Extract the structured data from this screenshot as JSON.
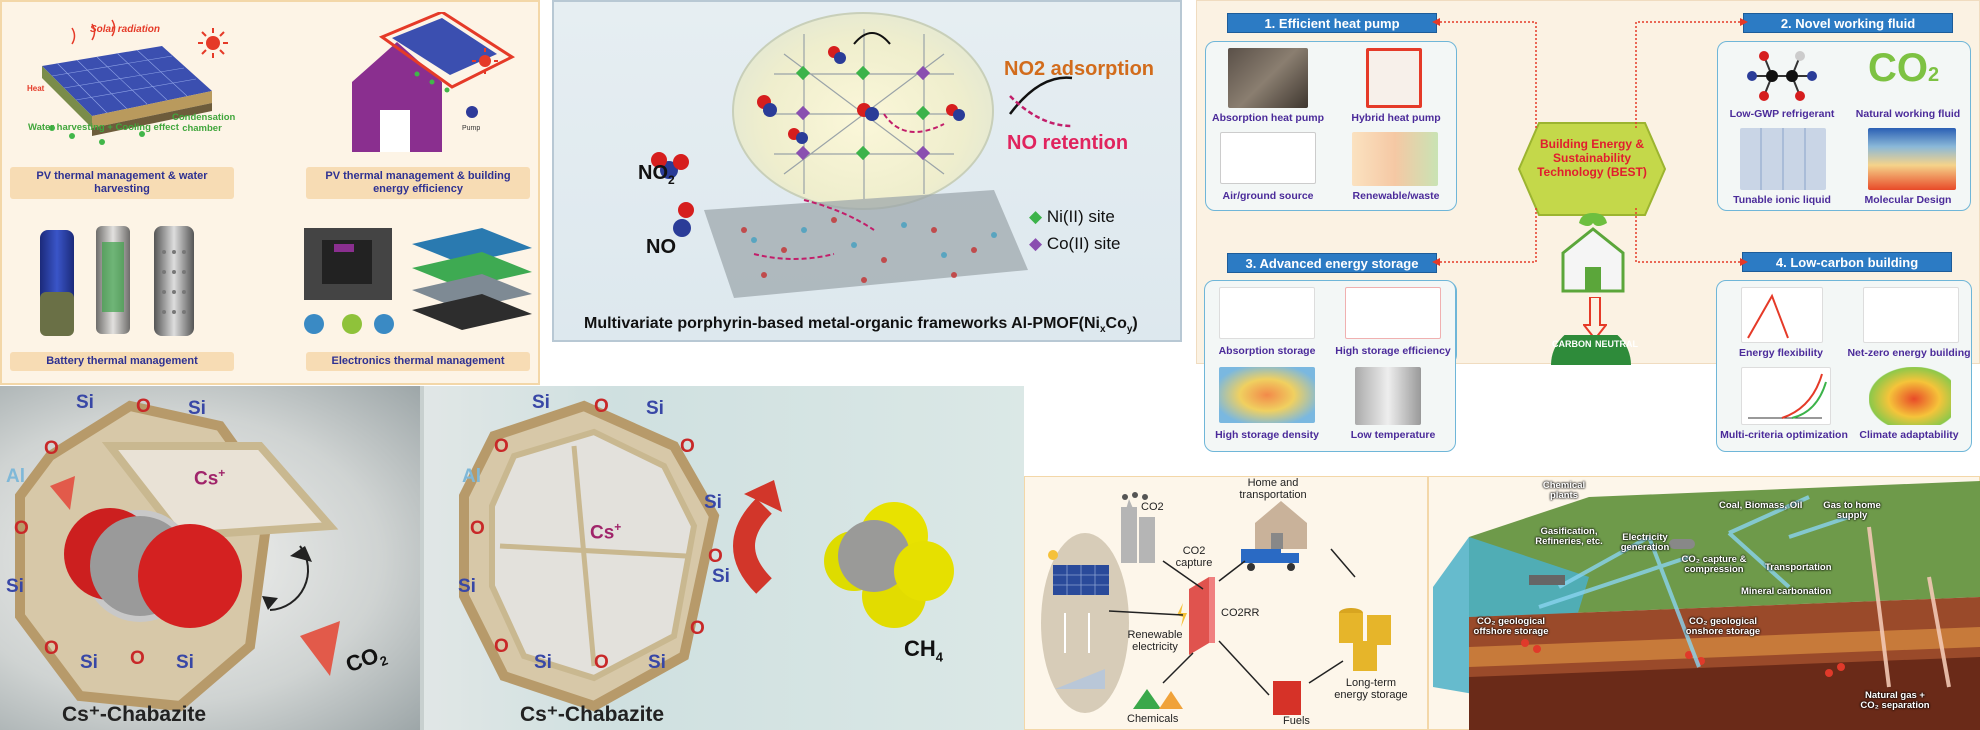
{
  "thermal": {
    "labels": {
      "solar_radiation": "Solar radiation",
      "heat": "Heat",
      "water_harvesting": "Water harvesting + Cooling effect",
      "condensation": "Condensation chamber",
      "pump": "Pump"
    },
    "captions": {
      "pv_water": "PV thermal management & water harvesting",
      "pv_building": "PV thermal management & building energy efficiency",
      "battery": "Battery thermal management",
      "electronics": "Electronics thermal management"
    }
  },
  "mof": {
    "no2_adsorption": "NO2 adsorption",
    "no_retention": "NO retention",
    "no2": "NO",
    "no2_sub": "2",
    "no": "NO",
    "ni_site": "Ni(II) site",
    "co_site": "Co(II) site",
    "caption_main": "Multivariate porphyrin-based metal-organic frameworks Al-PMOF(Ni",
    "caption_x": "x",
    "caption_co": "Co",
    "caption_y": "y",
    "caption_end": ")",
    "colors": {
      "ni": "#3cb34a",
      "co": "#8a4fb0"
    }
  },
  "best": {
    "center": "Building Energy & Sustainability Technology (BEST)",
    "carbon": "CARBON",
    "neutral": "NEUTRAL",
    "sections": [
      {
        "title": "1. Efficient heat pump",
        "items": [
          "Absorption heat pump",
          "Hybrid heat pump",
          "Air/ground source",
          "Renewable/waste"
        ]
      },
      {
        "title": "2. Novel working fluid",
        "items": [
          "Low-GWP refrigerant",
          "Natural working fluid",
          "Tunable ionic liquid",
          "Molecular Design"
        ]
      },
      {
        "title": "3. Advanced energy storage",
        "items": [
          "Absorption storage",
          "High storage efficiency",
          "High storage density",
          "Low temperature"
        ]
      },
      {
        "title": "4. Low-carbon building",
        "items": [
          "Energy flexibility",
          "Net-zero energy building",
          "Multi-criteria optimization",
          "Climate adaptability"
        ]
      }
    ]
  },
  "chabazite": {
    "si": "Si",
    "o": "O",
    "al": "Al",
    "cs": "Cs",
    "cs_sup": "+",
    "label_left": "Cs⁺-Chabazite",
    "label_right": "Cs⁺-Chabazite",
    "co2": "CO",
    "co2_sub": "2",
    "ch4": "CH",
    "ch4_sub": "4"
  },
  "co2rr": {
    "co2": "CO2",
    "home": "Home and transportation",
    "capture": "CO2 capture",
    "co2rr": "CO2RR",
    "renewable": "Renewable electricity",
    "storage": "Long-term energy storage",
    "chemicals": "Chemicals",
    "fuels": "Fuels"
  },
  "geology": {
    "labels": {
      "chemical_plants": "Chemical plants",
      "coal": "Coal, Biomass, Oil",
      "gas_supply": "Gas to home supply",
      "refineries": "Gasification, Refineries, etc.",
      "electricity": "Electricity generation",
      "capture": "CO₂ capture & compression",
      "transport": "Transportation",
      "mineral": "Mineral carbonation",
      "offshore": "CO₂ geological offshore storage",
      "onshore": "CO₂ geological onshore storage",
      "separation": "Natural gas + CO₂ separation"
    }
  }
}
